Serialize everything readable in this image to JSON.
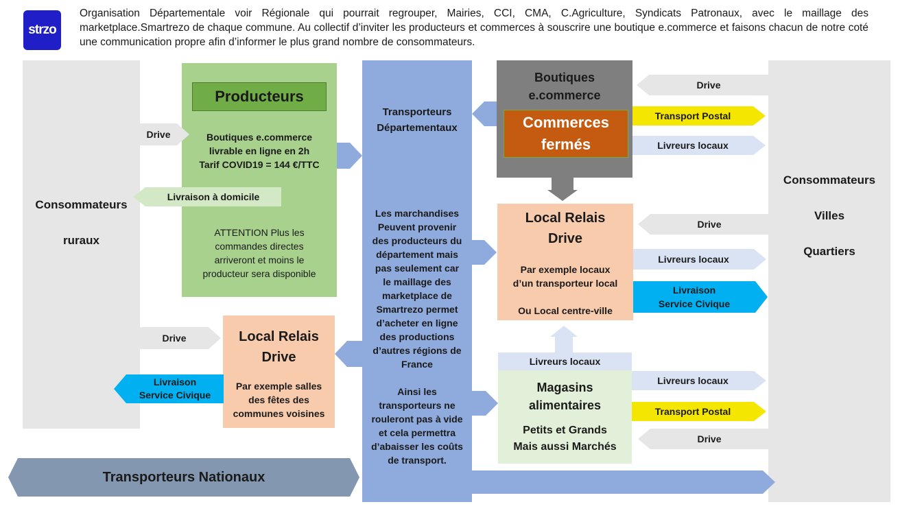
{
  "header": {
    "logo_text": "strzo",
    "text": "Organisation Départementale voir Régionale qui pourrait regrouper, Mairies, CCI, CMA, C.Agriculture, Syndicats Patronaux, avec le maillage des marketplace.Smartrezo de chaque commune. Au collectif d’inviter les producteurs et commerces à souscrire une boutique e.commerce et faisons chacun de notre coté une communication propre afin d’informer le plus grand nombre de consommateurs."
  },
  "left_column": {
    "line1": "Consommateurs",
    "line2": "ruraux"
  },
  "right_column": {
    "line1": "Consommateurs",
    "line2": "Villes",
    "line3": "Quartiers"
  },
  "producteurs": {
    "title": "Producteurs",
    "line1": "Boutiques e.commerce",
    "line2": "livrable en ligne en 2h",
    "line3": "Tarif COVID19 = 144 €/TTC",
    "attention1": "ATTENTION Plus les",
    "attention2": "commandes directes",
    "attention3": "arriveront et moins le",
    "attention4": "producteur sera disponible"
  },
  "relais_left": {
    "title1": "Local Relais",
    "title2": "Drive",
    "line1": "Par exemple salles",
    "line2": "des fêtes des",
    "line3": "communes voisines"
  },
  "transporteurs_dep": {
    "title1": "Transporteurs",
    "title2": "Départementaux",
    "body": [
      "Les marchandises",
      "Peuvent provenir",
      "des producteurs du",
      "département mais",
      "pas seulement car",
      "le maillage des",
      "marketplace de",
      "Smartrezo permet",
      "d’acheter en ligne",
      "des productions",
      "d’autres régions de",
      "France"
    ],
    "body2": [
      "Ainsi les",
      "transporteurs ne",
      "rouleront pas à vide",
      "et cela permettra",
      "d’abaisser les coûts",
      "de transport."
    ]
  },
  "boutiques": {
    "title1": "Boutiques",
    "title2": "e.commerce",
    "fermes1": "Commerces",
    "fermes2": "fermés"
  },
  "relais_right": {
    "title1": "Local Relais",
    "title2": "Drive",
    "line1": "Par exemple locaux",
    "line2": "d’un transporteur local",
    "line3": "Ou Local centre-ville"
  },
  "magasins": {
    "title1": "Magasins",
    "title2": "alimentaires",
    "line1": "Petits et Grands",
    "line2": "Mais aussi Marchés"
  },
  "arrows": {
    "drive": "Drive",
    "livraison_domicile": "Livraison à domicile",
    "livraison_civique1": "Livraison",
    "livraison_civique2": "Service Civique",
    "transport_postal": "Transport Postal",
    "livreurs_locaux": "Livreurs locaux",
    "transporteurs_nationaux": "Transporteurs Nationaux"
  },
  "colors": {
    "gray_panel": "#e7e6e6",
    "green_box": "#a9d18e",
    "green_title": "#70ad47",
    "peach": "#f8cbad",
    "blue": "#8faadc",
    "dark_gray": "#7f7f7f",
    "orange": "#c55a11",
    "light_green": "#e2f0d9"
  }
}
